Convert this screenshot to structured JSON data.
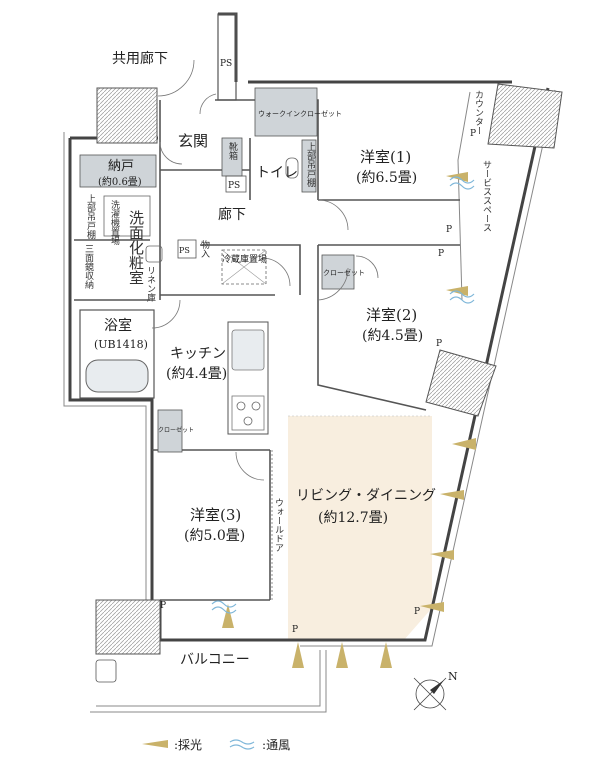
{
  "rooms": {
    "corridor_common": "共用廊下",
    "entrance": "玄関",
    "shoe_box": "靴箱",
    "toilet": "トイレ",
    "upper_cabinet_toilet": "上部吊戸棚",
    "hallway": "廊下",
    "storage": "納戸",
    "storage_area": "(約0.6畳)",
    "washroom": "洗面化粧室",
    "washer": "洗濯機置場",
    "upper_cabinet_wash": "上部吊戸棚",
    "mirror_storage": "三面鏡収納",
    "linen": "リネン庫",
    "mono_ire": "物入",
    "fridge": "冷蔵庫置場",
    "bath": "浴室",
    "bath_unit": "(UB1418)",
    "kitchen": "キッチン",
    "kitchen_area": "(約4.4畳)",
    "room1": "洋室(1)",
    "room1_area": "(約6.5畳)",
    "room2": "洋室(2)",
    "room2_area": "(約4.5畳)",
    "room3": "洋室(3)",
    "room3_area": "(約5.0畳)",
    "closet_room2": "クローゼット",
    "closet_room3": "クローゼット",
    "walk_in_closet": "ウォークインクローゼット",
    "ldk": "リビング・ダイニング",
    "ldk_area": "(約12.7畳)",
    "wall_door": "ウォールドア",
    "balcony": "バルコニー",
    "counter": "カウンター",
    "service_space": "サービススペース",
    "ps": "PS",
    "p": "P"
  },
  "compass": {
    "label": "N"
  },
  "legend": {
    "light_label": ":採光",
    "wind_label": ":通風"
  },
  "colors": {
    "ldk_fill": "#f8eedf",
    "light_wedge": "#c9b26a",
    "wind_line": "#7fb7d9",
    "fixture_gray": "#cfd4d8",
    "wall": "#444444"
  }
}
